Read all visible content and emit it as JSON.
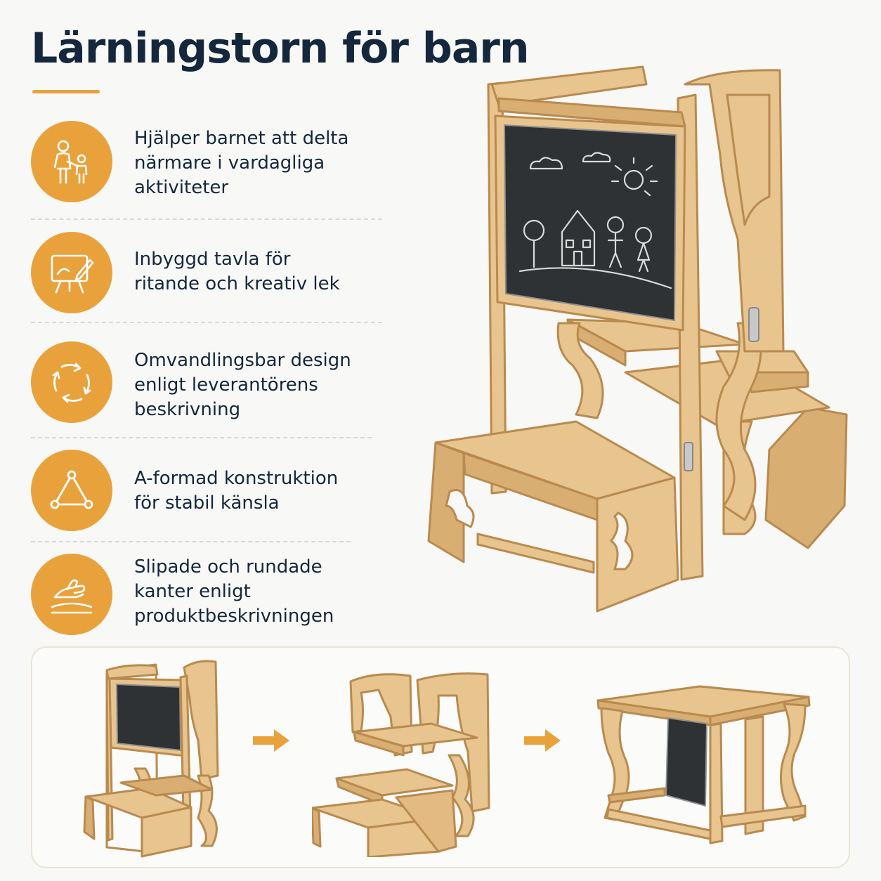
{
  "header": {
    "title": "Lärningstorn för barn",
    "accent_color": "#e9a23b"
  },
  "features": [
    {
      "icon": "adult-and-child-icon",
      "lines": [
        "Hjälper barnet att delta",
        "närmare i vardagliga",
        "aktiviteter"
      ]
    },
    {
      "icon": "drawing-board-icon",
      "lines": [
        "Inbyggd tavla för",
        "ritande och kreativ lek"
      ]
    },
    {
      "icon": "convert-arrows-icon",
      "lines": [
        "Omvandlingsbar design",
        "enligt leverantörens",
        "beskrivning"
      ]
    },
    {
      "icon": "triangle-structure-icon",
      "lines": [
        "A-formad konstruktion",
        "för stabil känsla"
      ]
    },
    {
      "icon": "hand-smooth-icon",
      "lines": [
        "Slipade och rundade",
        "kanter enligt",
        "produktbeskrivningen"
      ]
    }
  ],
  "conversion_steps": [
    {
      "name": "tower-with-chalkboard"
    },
    {
      "name": "step-stool-chair"
    },
    {
      "name": "desk-table"
    }
  ],
  "colors": {
    "navy": "#14273d",
    "orange": "#e9a23b",
    "wood": "#e8c48e",
    "chalkboard": "#2f3234"
  }
}
